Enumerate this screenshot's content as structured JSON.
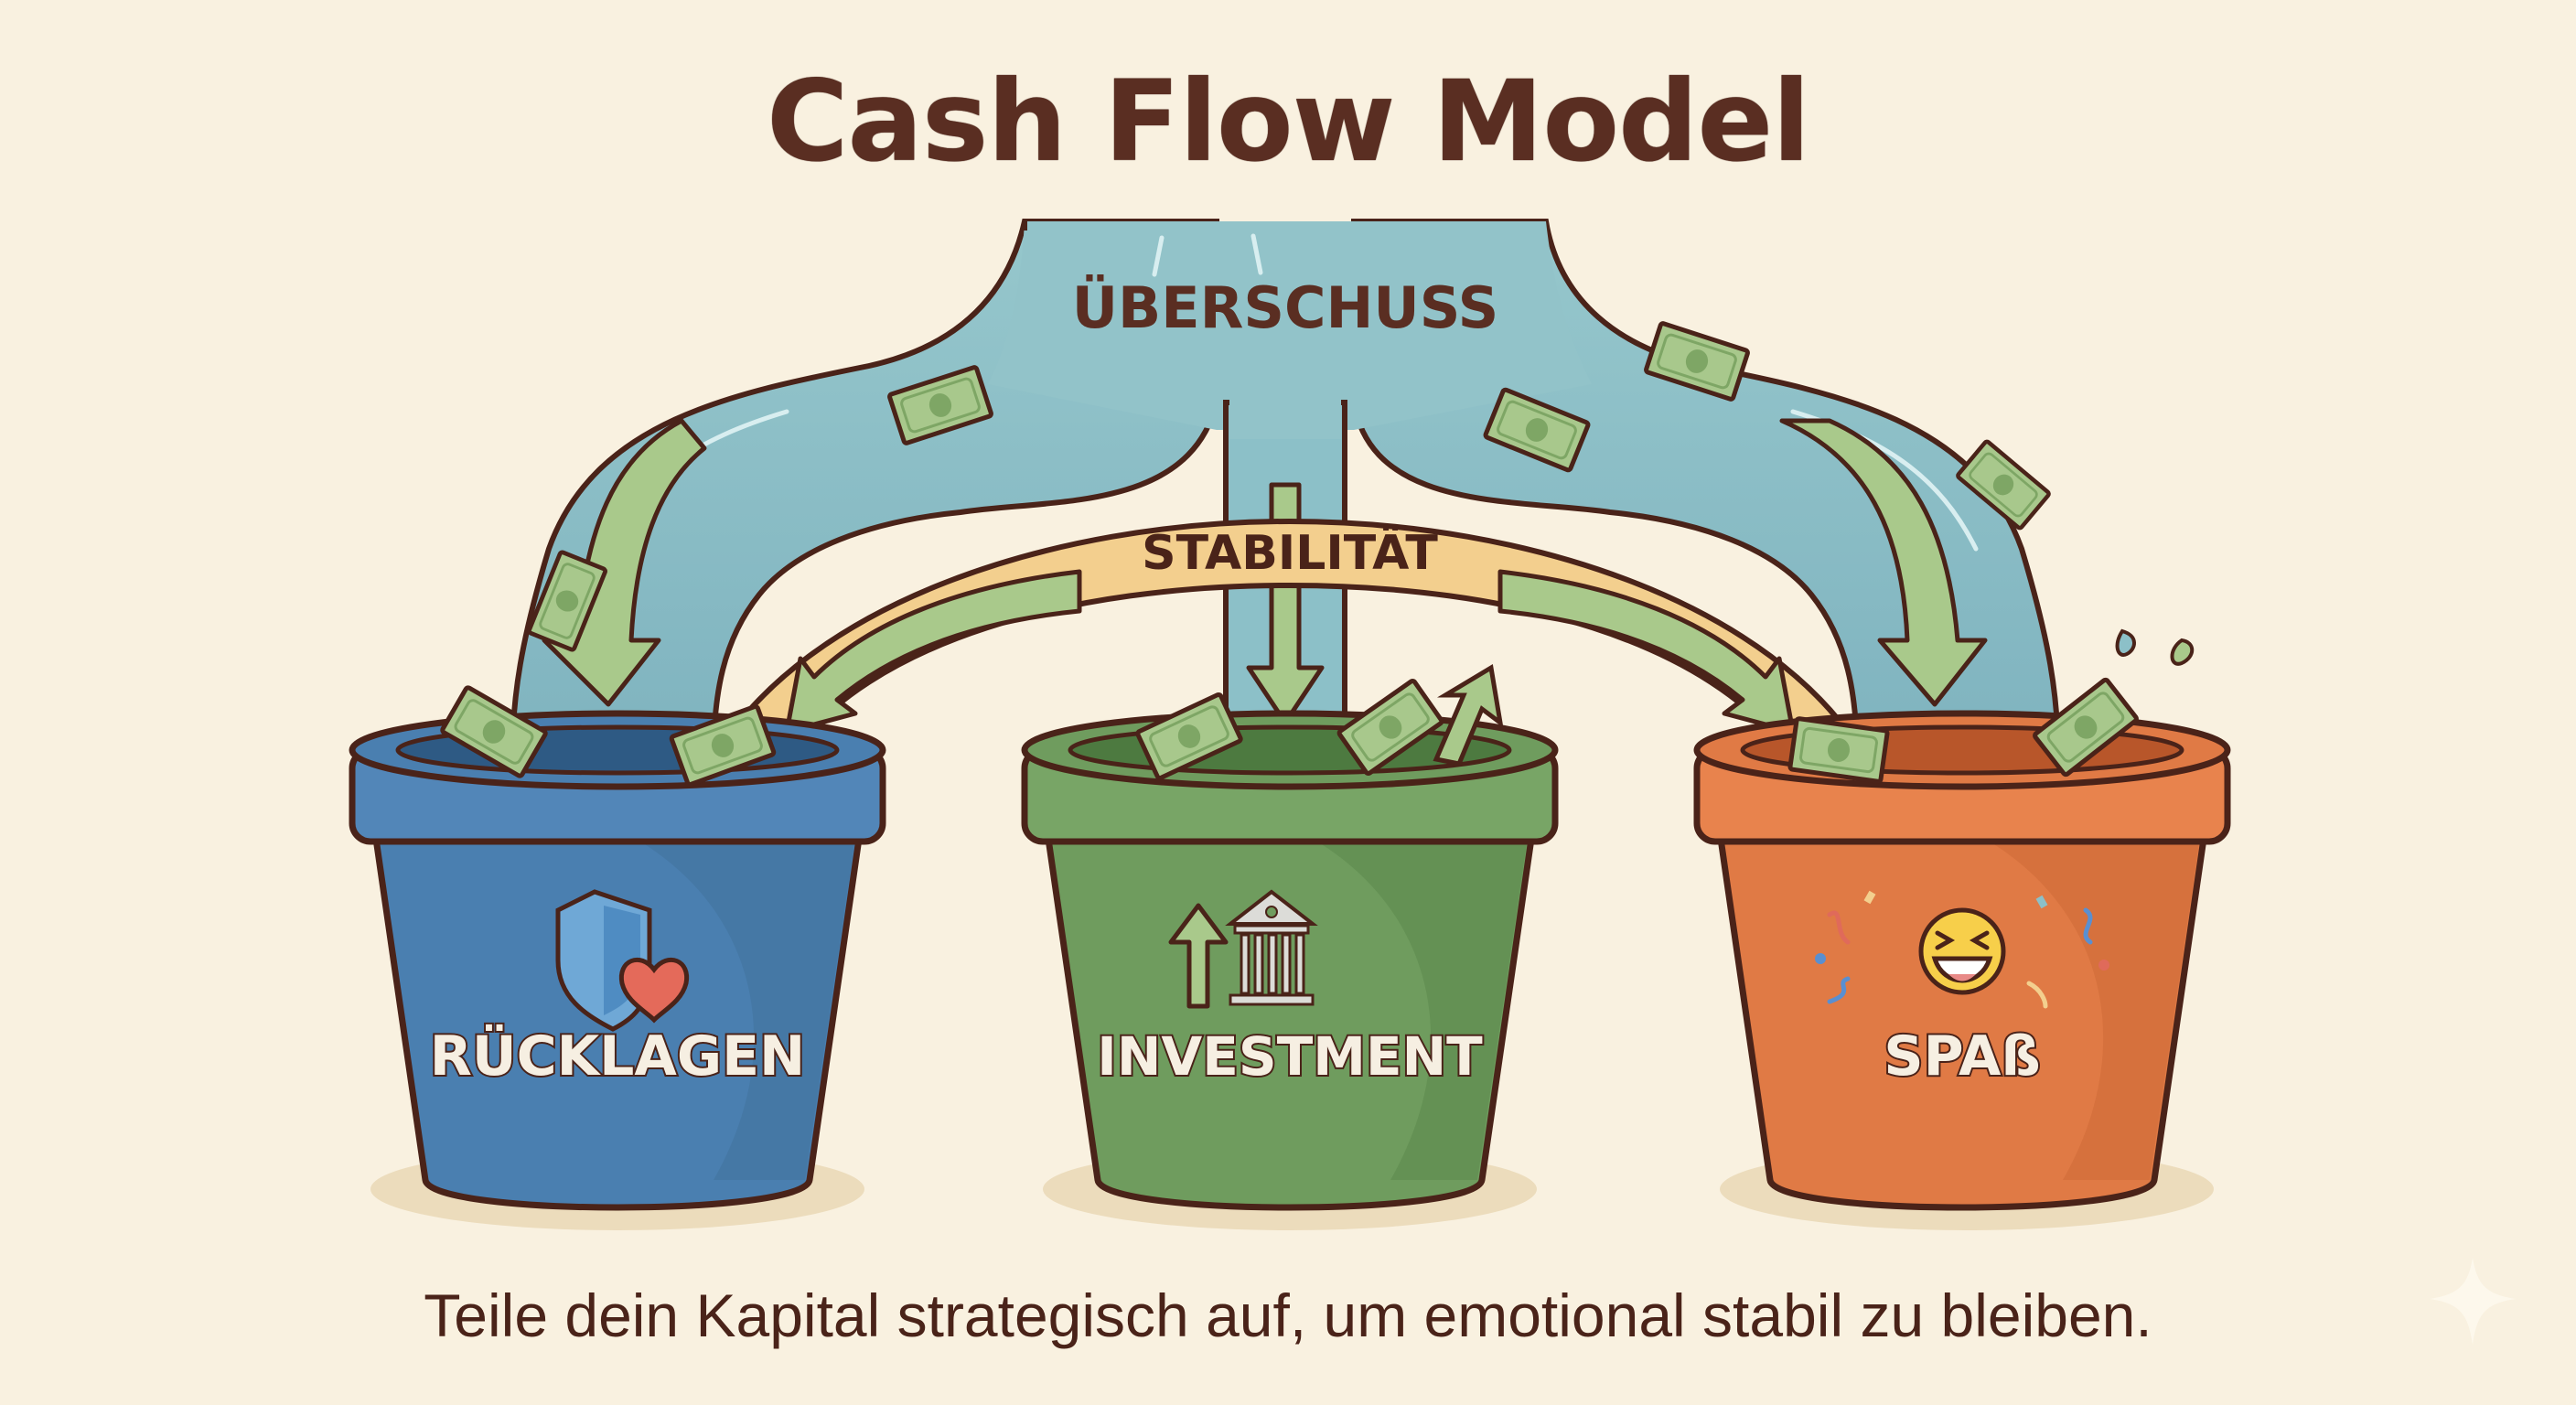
{
  "title": "Cash Flow Model",
  "source_label": "ÜBERSCHUSS",
  "exchange_label": "STABILITÄT",
  "pots": [
    {
      "label": "RÜCKLAGEN",
      "icon": "shield-heart-icon",
      "color": "#4a7fb0"
    },
    {
      "label": "INVESTMENT",
      "icon": "arrow-up-bank-icon",
      "color": "#6f9c5e"
    },
    {
      "label": "SPAß",
      "icon": "laughing-emoji-confetti-icon",
      "color": "#e07a45"
    }
  ],
  "caption": "Teile dein Kapital strategisch auf, um emotional stabil zu bleiben.",
  "corner_icon": "sparkle-icon",
  "colors": {
    "background": "#f9f1e0",
    "text_dark": "#5a2e22",
    "outline": "#4a2319",
    "water": "#8cc0c8",
    "band": "#f3cf8e",
    "money": "#a8c88c",
    "arrow_green": "#a9c98b"
  }
}
